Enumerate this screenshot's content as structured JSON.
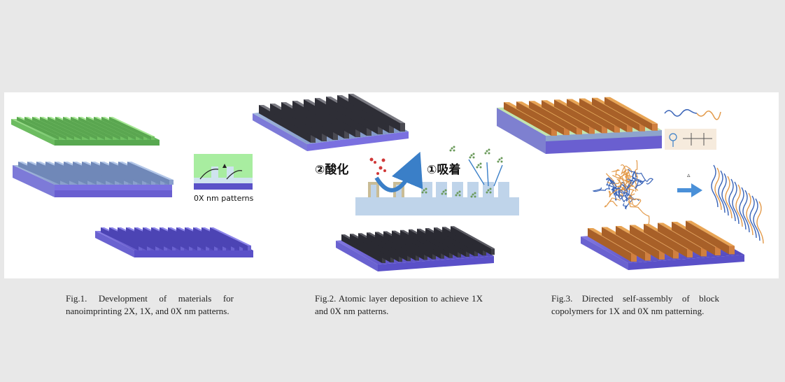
{
  "figure1": {
    "inset_label": "0X nm patterns",
    "caption": "Fig.1. Development of materials for nanoimprinting 2X, 1X, and 0X nm patterns."
  },
  "figure2": {
    "label_oxidation": "②酸化",
    "label_adsorption": "①吸着",
    "caption": "Fig.2. Atomic layer deposition to achieve 1X and 0X nm patterns."
  },
  "figure3": {
    "caption": "Fig.3. Directed self-assembly of block copolymers for 1X and 0X nm patterning."
  },
  "colors": {
    "green": "#7fcf6e",
    "steel": "#8ea4cc",
    "violet": "#6a5fd0",
    "dark": "#4a4a52",
    "orange": "#e39a4a",
    "arrow_blue": "#3a7fc8"
  }
}
